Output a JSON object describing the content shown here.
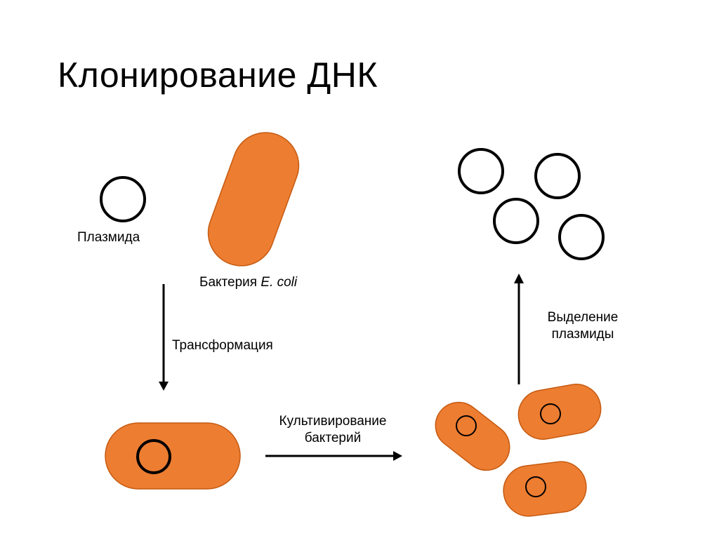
{
  "slide": {
    "title": "Клонирование ДНК"
  },
  "labels": {
    "plasmid": "Плазмида",
    "bacterium_prefix": "Бактерия ",
    "bacterium_species": "E. coli",
    "transformation": "Трансформация",
    "cultivation_line1": "Культивирование",
    "cultivation_line2": "бактерий",
    "isolation_line1": "Выделение",
    "isolation_line2": "плазмиды"
  },
  "colors": {
    "bacterium_fill": "#ED7D31",
    "bacterium_stroke": "#C55A11",
    "plasmid_stroke": "#000000",
    "arrow": "#000000"
  }
}
